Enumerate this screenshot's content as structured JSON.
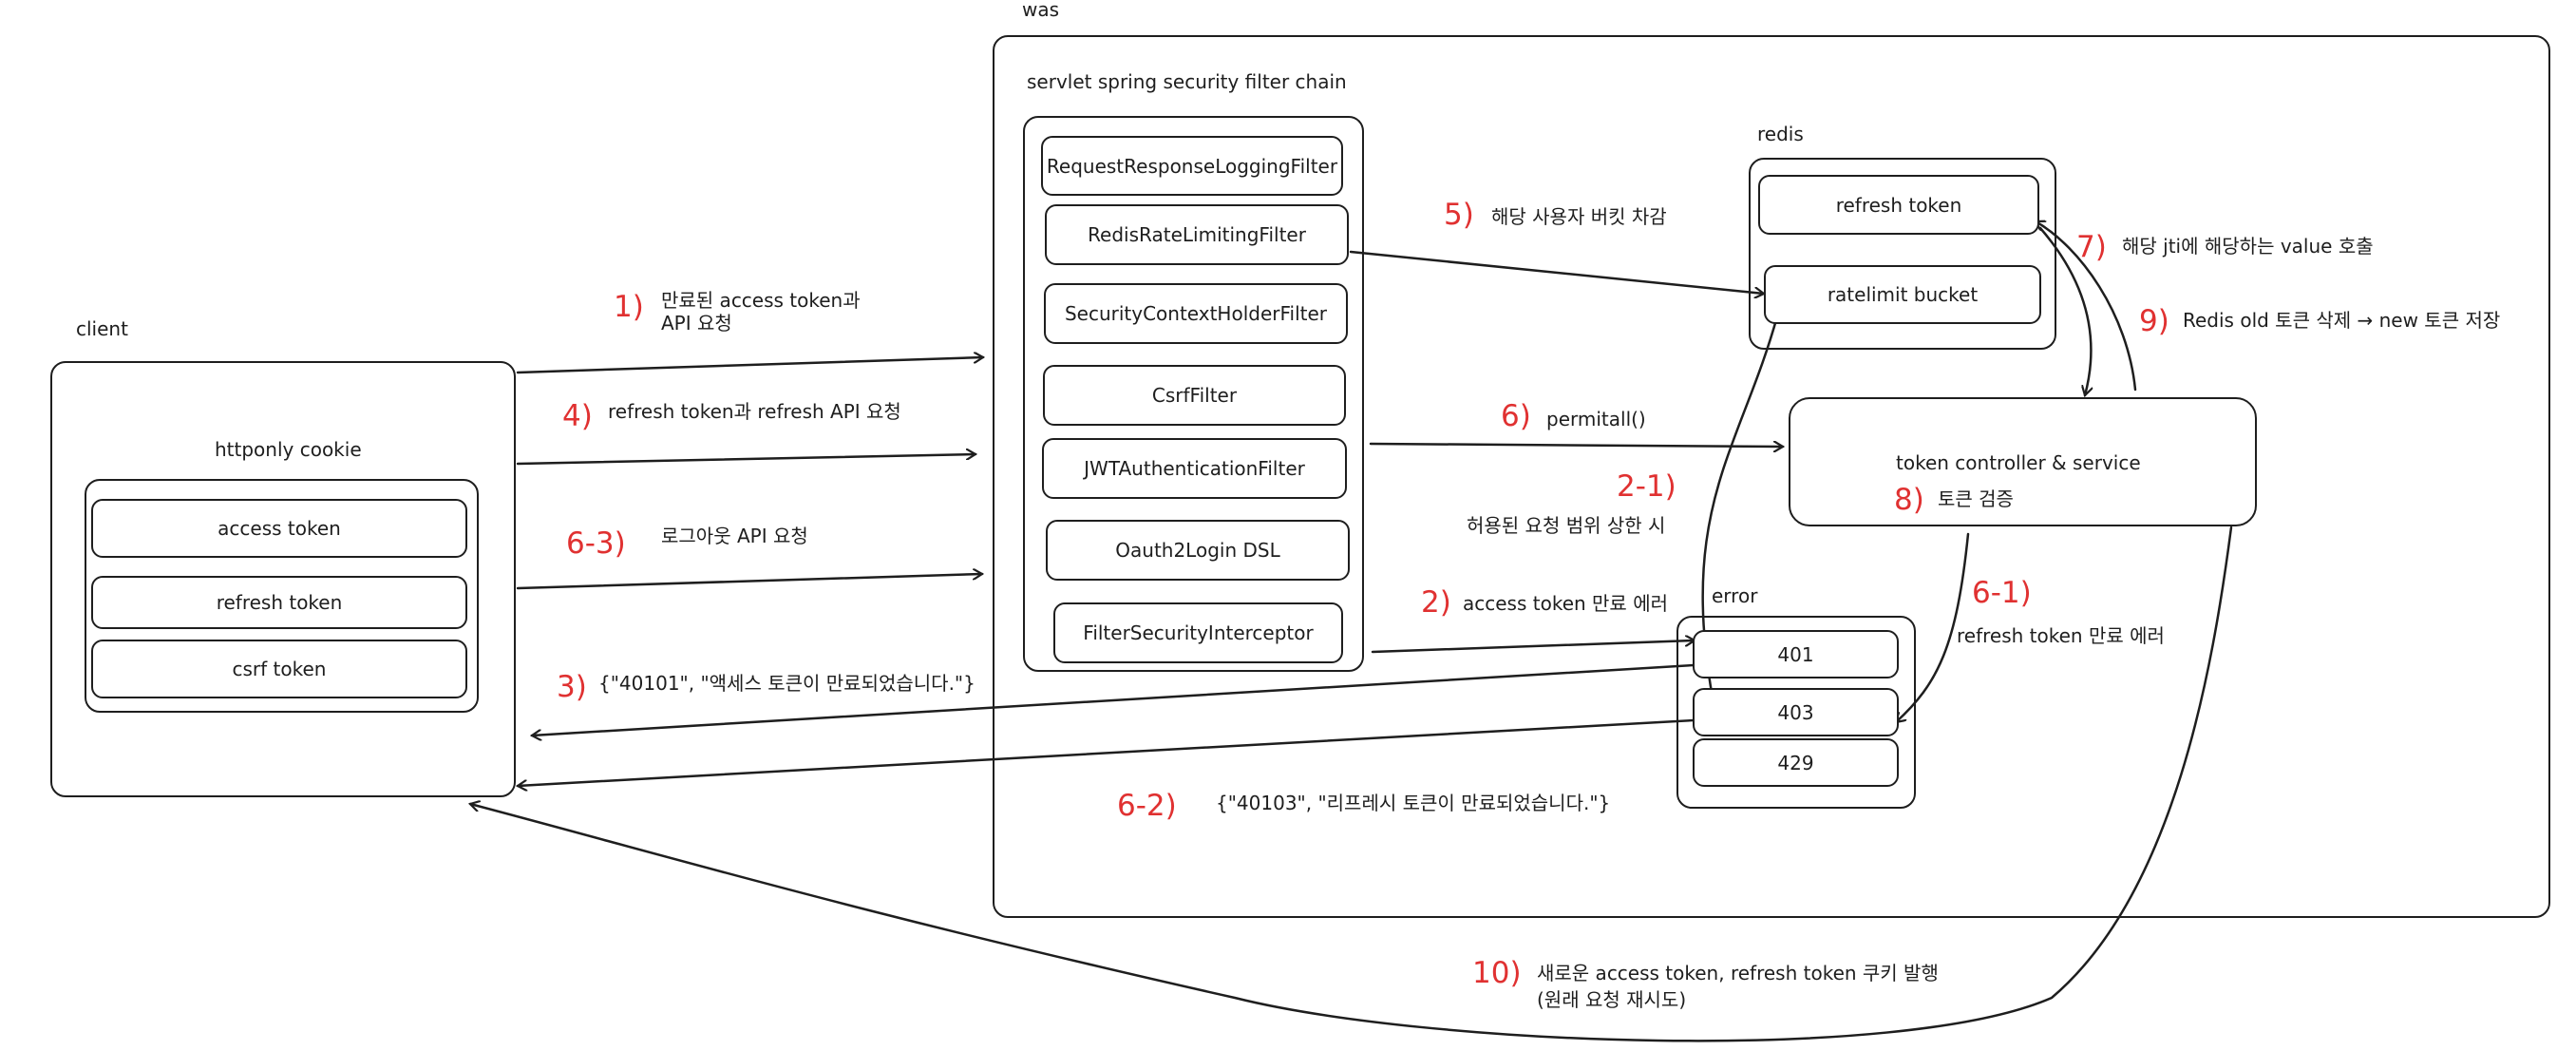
{
  "containers": {
    "was": "was",
    "filter_chain": "servlet spring security filter chain",
    "client": "client",
    "cookie": "httponly cookie",
    "redis": "redis",
    "token_controller": "token controller & service",
    "error": "error"
  },
  "filters": [
    "RequestResponseLoggingFilter",
    "RedisRateLimitingFilter",
    "SecurityContextHolderFilter",
    "CsrfFilter",
    "JWTAuthenticationFilter",
    "Oauth2Login DSL",
    "FilterSecurityInterceptor"
  ],
  "cookies": [
    "access token",
    "refresh token",
    "csrf token"
  ],
  "redis_items": [
    "refresh token",
    "ratelimit bucket"
  ],
  "error_codes": [
    "401",
    "403",
    "429"
  ],
  "steps": {
    "s1": {
      "num": "1)",
      "line1": "만료된 access token과",
      "line2": "API 요청"
    },
    "s2": {
      "num": "2)",
      "text": "access token 만료 에러"
    },
    "s2_1": {
      "num": "2-1)",
      "text": "허용된 요청 범위 상한 시"
    },
    "s3": {
      "num": "3)",
      "text": "{\"40101\", \"액세스 토큰이 만료되었습니다.\"}"
    },
    "s4": {
      "num": "4)",
      "text": "refresh token과 refresh API 요청"
    },
    "s5": {
      "num": "5)",
      "text": "해당 사용자 버킷 차감"
    },
    "s6": {
      "num": "6)",
      "text": "permitall()"
    },
    "s6_1": {
      "num": "6-1)",
      "text": "refresh token 만료 에러"
    },
    "s6_2": {
      "num": "6-2)",
      "text": "{\"40103\", \"리프레시 토큰이 만료되었습니다.\"}"
    },
    "s6_3": {
      "num": "6-3)",
      "text": "로그아웃 API 요청"
    },
    "s7": {
      "num": "7)",
      "text": "해당 jti에 해당하는 value 호출"
    },
    "s8": {
      "num": "8)",
      "text": "토큰 검증"
    },
    "s9": {
      "num": "9)",
      "text": "Redis old 토큰 삭제 → new 토큰 저장"
    },
    "s10": {
      "num": "10)",
      "line1": "새로운 access token, refresh token 쿠키 발행",
      "line2": "(원래 요청 재시도)"
    }
  },
  "colors": {
    "stroke": "#1e1e1e",
    "accent": "#e03131",
    "background": "#ffffff"
  }
}
